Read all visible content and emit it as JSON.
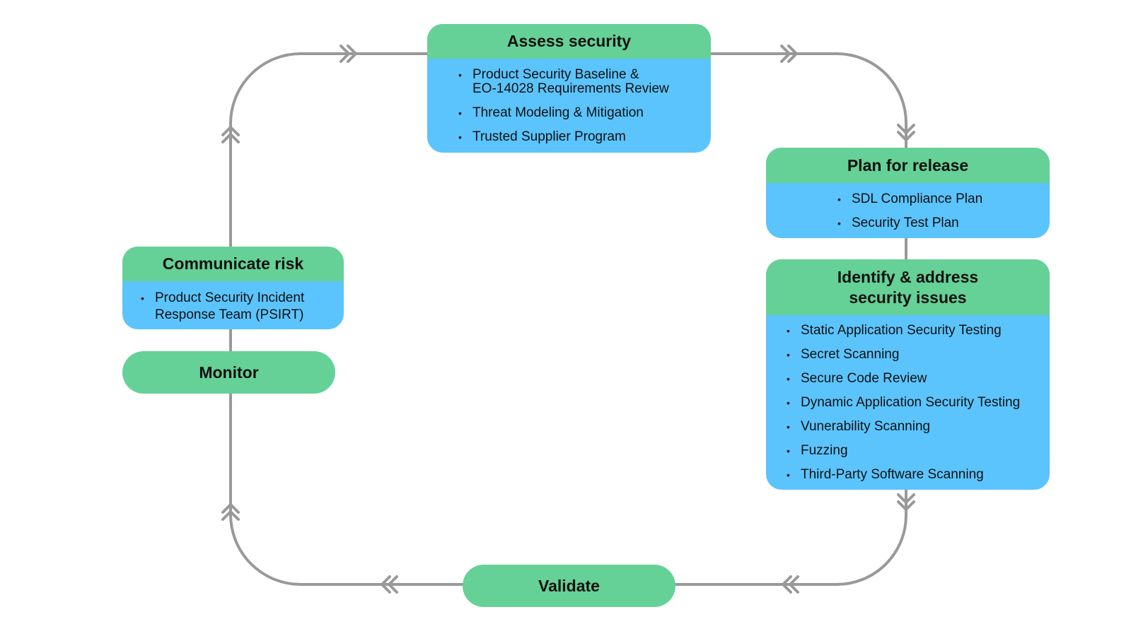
{
  "stages": {
    "assess": {
      "title": "Assess security",
      "items": [
        {
          "line1": "Product Security Baseline &",
          "line2": "EO-14028 Requirements Review"
        },
        {
          "line1": "Threat Modeling & Mitigation"
        },
        {
          "line1": "Trusted Supplier Program"
        }
      ]
    },
    "plan": {
      "title": "Plan for release",
      "items": [
        "SDL Compliance Plan",
        "Security Test Plan"
      ]
    },
    "identify": {
      "title_line1": "Identify & address",
      "title_line2": "security issues",
      "items": [
        "Static Application Security Testing",
        "Secret Scanning",
        "Secure Code Review",
        "Dynamic Application Security Testing",
        "Vunerability Scanning",
        "Fuzzing",
        "Third-Party Software Scanning"
      ]
    },
    "validate": {
      "title": "Validate"
    },
    "monitor": {
      "title": "Monitor"
    },
    "communicate": {
      "title": "Communicate risk",
      "items": [
        {
          "line1": "Product Security Incident",
          "line2": "Response Team (PSIRT)"
        }
      ]
    }
  },
  "colors": {
    "header": "#65d196",
    "body": "#5bc4fd",
    "connector": "#999999",
    "text": "#111111"
  }
}
